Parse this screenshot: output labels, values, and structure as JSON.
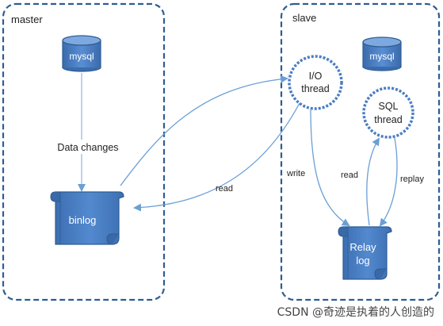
{
  "diagram": {
    "master": {
      "label": "master",
      "db": "mysql",
      "edge_label": "Data changes",
      "binlog": "binlog"
    },
    "slave": {
      "label": "slave",
      "db": "mysql",
      "io_thread": [
        "I/O",
        "thread"
      ],
      "sql_thread": [
        "SQL",
        "thread"
      ],
      "relay_log": [
        "Relay",
        "log"
      ]
    },
    "edges": {
      "read_from_binlog": "read",
      "write": "write",
      "read_relay": "read",
      "replay": "replay"
    }
  },
  "watermark": "CSDN @奇迹是执着的人创造的",
  "colors": {
    "frame": "#2e5d92",
    "cylinder_fill": "#4a7ec3",
    "cylinder_top": "#6b9ad6",
    "scroll_fill": "#4a7ec3",
    "arrow": "#6a9fd6",
    "thread_border": "#4a7ec3"
  }
}
